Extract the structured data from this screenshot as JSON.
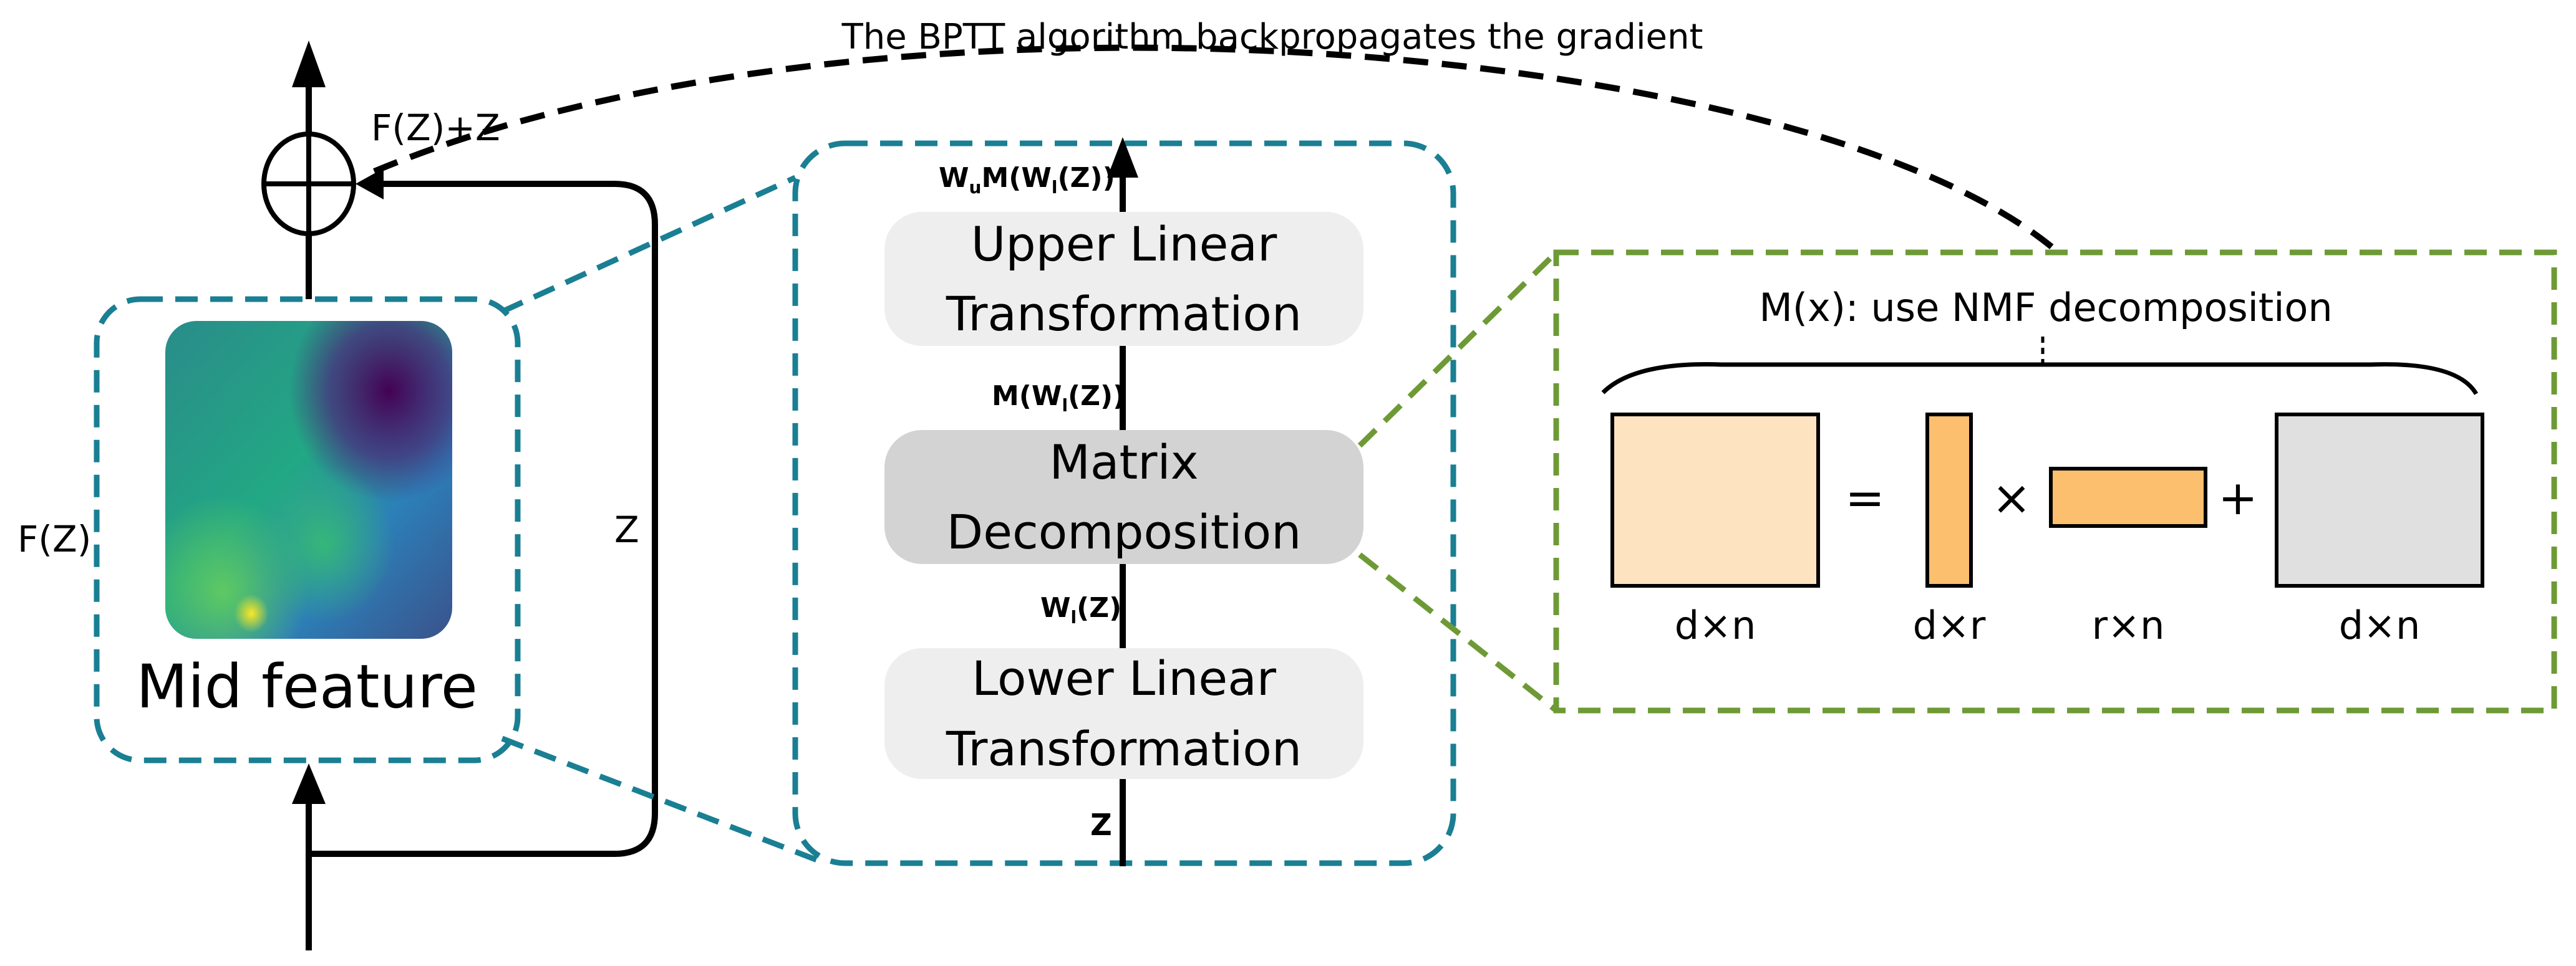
{
  "top_caption": "The BPTT algorithm backpropagates the gradient",
  "sum_label": "F(Z)+Z",
  "fz_label": "F(Z)",
  "z_label": "Z",
  "mid_feature_label": "Mid feature",
  "inner": {
    "upper": [
      "Upper Linear",
      "Transformation"
    ],
    "matrix": [
      "Matrix",
      "Decomposition"
    ],
    "lower": [
      "Lower Linear",
      "Transformation"
    ],
    "top_output": {
      "w": "W",
      "w_sub": "u",
      "rest_1": "M(W",
      "m_sub": "l",
      "rest_2": "(Z))"
    },
    "mid_label_upper": {
      "text_1": "M(W",
      "sub": "l",
      "text_2": "(Z))"
    },
    "mid_label_lower": {
      "text_1": "W",
      "sub": "l",
      "text_2": "(Z)"
    },
    "input_label": "Z"
  },
  "nmf": {
    "title": "M(x): use NMF decomposition",
    "equals": "=",
    "times": "×",
    "plus": "+",
    "dims": [
      "d×n",
      "d×r",
      "r×n",
      "d×n"
    ]
  },
  "colors": {
    "teal_dashed": "#1a7f93",
    "green_dashed": "#6e9a35",
    "light_box": "#eeeeee",
    "dark_box": "#d3d3d3",
    "orange_light": "#fde3c0",
    "orange": "#fcbf6e",
    "gray_box": "#e0e0e0"
  }
}
